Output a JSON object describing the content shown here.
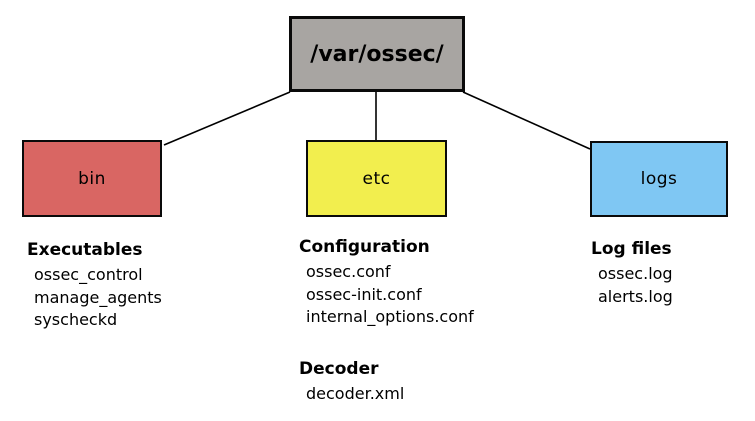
{
  "nodes": {
    "root": {
      "label": "/var/ossec/"
    },
    "bin": {
      "label": "bin"
    },
    "etc": {
      "label": "etc"
    },
    "logs": {
      "label": "logs"
    }
  },
  "sections": [
    {
      "heading": "Executables",
      "items": [
        "ossec_control",
        "manage_agents",
        "syscheckd"
      ]
    },
    {
      "heading": "Configuration",
      "items": [
        "ossec.conf",
        "ossec-init.conf",
        "internal_options.conf"
      ]
    },
    {
      "heading": "Decoder",
      "items": [
        "decoder.xml"
      ]
    },
    {
      "heading": "Log files",
      "items": [
        "ossec.log",
        "alerts.log"
      ]
    }
  ],
  "colors": {
    "background": "#ffffff",
    "border": "#0a0a0a",
    "line": "#000000",
    "text": "#000000",
    "root_fill": "#a8a5a2",
    "bin_fill": "#d96663",
    "etc_fill": "#f2ee4e",
    "logs_fill": "#7fc7f3"
  }
}
